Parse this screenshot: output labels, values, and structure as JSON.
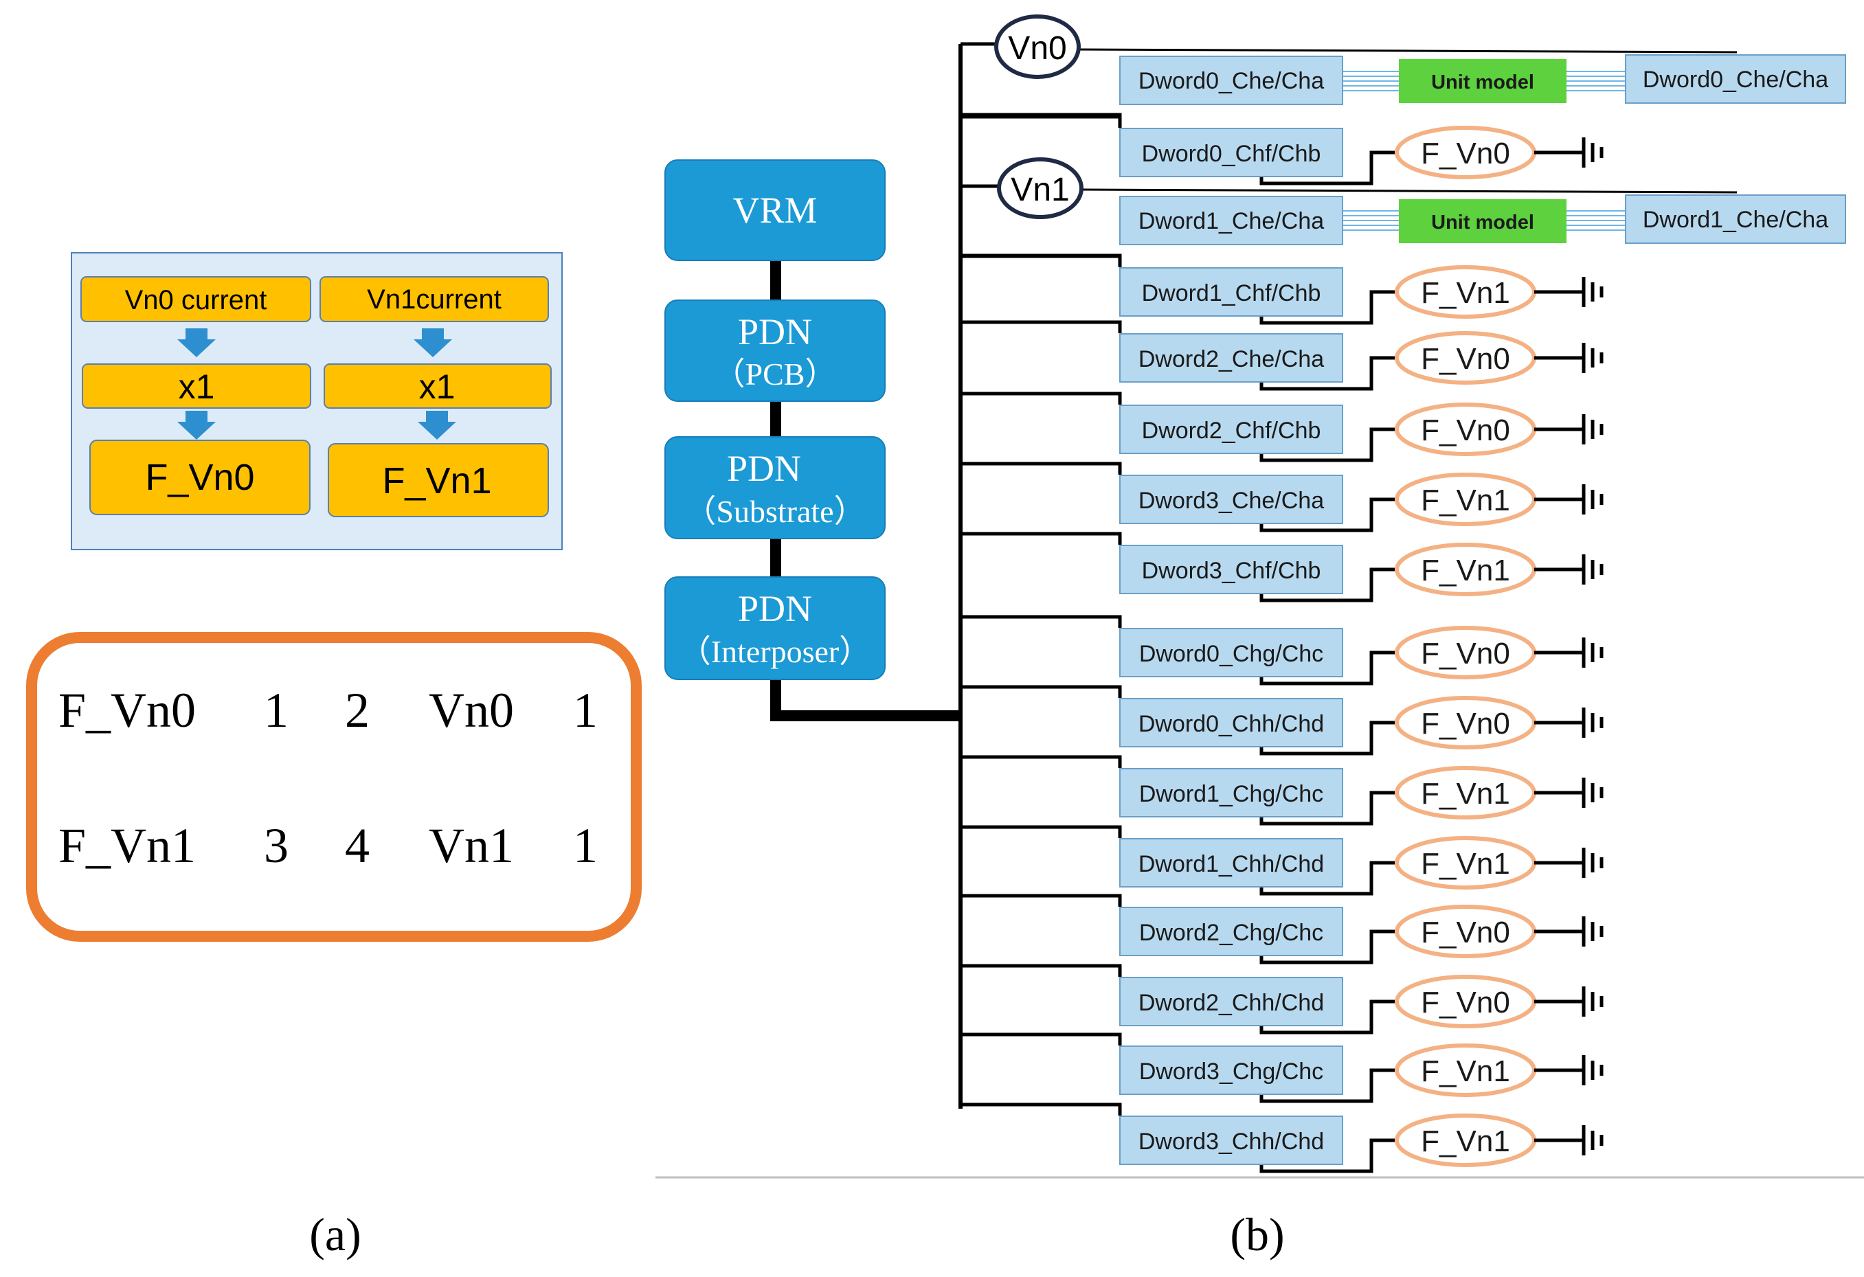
{
  "panel_a": {
    "caption": "(a)",
    "current_boxes": [
      {
        "current": "Vn0 current",
        "multiplier": "x1",
        "source": "F_Vn0"
      },
      {
        "current": "Vn1current",
        "multiplier": "x1",
        "source": "F_Vn1"
      }
    ],
    "netlist_rows": [
      {
        "name": "F_Vn0",
        "node1": "1",
        "node2": "2",
        "ref": "Vn0",
        "gain": "1"
      },
      {
        "name": "F_Vn1",
        "node1": "3",
        "node2": "4",
        "ref": "Vn1",
        "gain": "1"
      }
    ]
  },
  "panel_b": {
    "caption": "(b)",
    "stack": [
      {
        "title": "VRM",
        "subtitle": ""
      },
      {
        "title": "PDN",
        "subtitle": "（PCB）"
      },
      {
        "title": "PDN",
        "subtitle": "（Substrate）"
      },
      {
        "title": "PDN",
        "subtitle": "（Interposer）"
      }
    ],
    "sense_nodes": [
      "Vn0",
      "Vn1"
    ],
    "unit_model_label": "Unit model",
    "unit_model_rows": [
      {
        "left": "Dword0_Che/Cha",
        "right": "Dword0_Che/Cha"
      },
      {
        "left": "Dword1_Che/Cha",
        "right": "Dword1_Che/Cha"
      }
    ],
    "source_rows": [
      {
        "dword": "Dword0_Chf/Chb",
        "source": "F_Vn0"
      },
      {
        "dword": "Dword1_Chf/Chb",
        "source": "F_Vn1"
      },
      {
        "dword": "Dword2_Che/Cha",
        "source": "F_Vn0"
      },
      {
        "dword": "Dword2_Chf/Chb",
        "source": "F_Vn0"
      },
      {
        "dword": "Dword3_Che/Cha",
        "source": "F_Vn1"
      },
      {
        "dword": "Dword3_Chf/Chb",
        "source": "F_Vn1"
      },
      {
        "dword": "Dword0_Chg/Chc",
        "source": "F_Vn0"
      },
      {
        "dword": "Dword0_Chh/Chd",
        "source": "F_Vn0"
      },
      {
        "dword": "Dword1_Chg/Chc",
        "source": "F_Vn1"
      },
      {
        "dword": "Dword1_Chh/Chd",
        "source": "F_Vn1"
      },
      {
        "dword": "Dword2_Chg/Chc",
        "source": "F_Vn0"
      },
      {
        "dword": "Dword2_Chh/Chd",
        "source": "F_Vn0"
      },
      {
        "dword": "Dword3_Chg/Chc",
        "source": "F_Vn1"
      },
      {
        "dword": "Dword3_Chh/Chd",
        "source": "F_Vn1"
      }
    ]
  },
  "colors": {
    "orange_box": "#FFC000",
    "orange_border": "#ED7D31",
    "blue_block": "#1B9AD6",
    "arrow_blue": "#2E8FD0",
    "light_blue": "#B7D9EF",
    "panel_bg": "#DCEBF7",
    "green": "#5DD13E",
    "oval_border": "#F4B183"
  }
}
